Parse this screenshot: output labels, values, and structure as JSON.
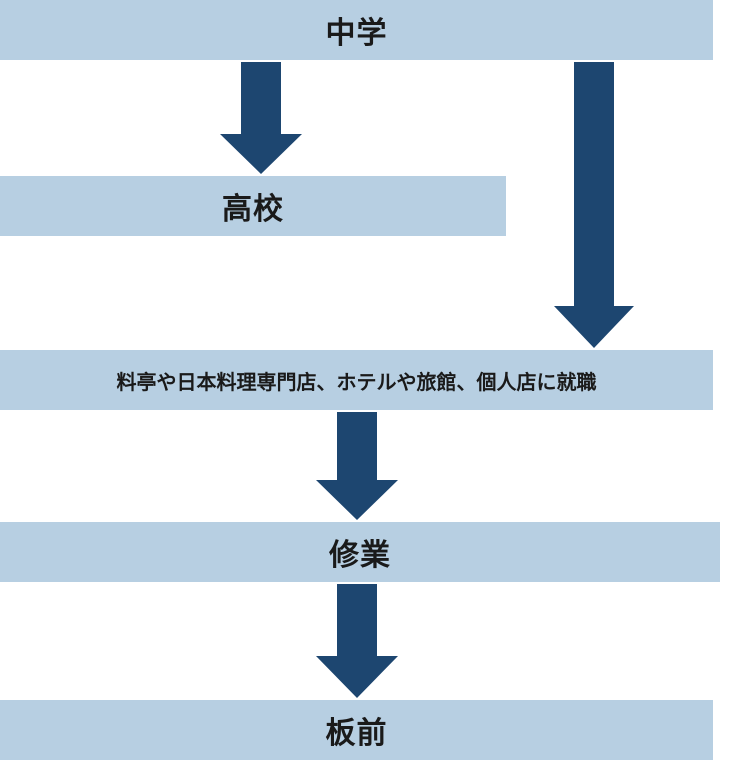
{
  "colors": {
    "box_fill": "#b7cfe2",
    "arrow_fill": "#1d4670",
    "text": "#1a1a1a"
  },
  "steps": {
    "junior_high": "中学",
    "high_school": "高校",
    "employment": "料亭や日本料理専門店、ホテルや旅館、個人店に就職",
    "training": "修業",
    "itamae": "板前"
  },
  "arrows": [
    {
      "from": "junior_high",
      "to": "high_school"
    },
    {
      "from": "junior_high",
      "to": "employment"
    },
    {
      "from": "employment",
      "to": "training"
    },
    {
      "from": "training",
      "to": "itamae"
    }
  ]
}
